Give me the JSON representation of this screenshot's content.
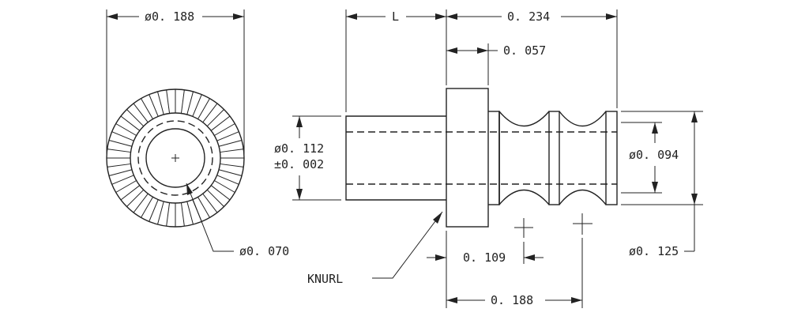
{
  "drawing": {
    "dimensions": {
      "dia_0188_top": "ø0. 188",
      "length_L": "L",
      "len_0234": "0. 234",
      "len_0057": "0. 057",
      "dia_0112": "ø0. 112",
      "tol_0002": "±0. 002",
      "dia_0094": "ø0. 094",
      "dia_0070": "ø0. 070",
      "dia_0125": "ø0. 125",
      "len_0109": "0. 109",
      "len_0188_bottom": "0. 188"
    },
    "callouts": {
      "knurl": "KNURL"
    }
  }
}
